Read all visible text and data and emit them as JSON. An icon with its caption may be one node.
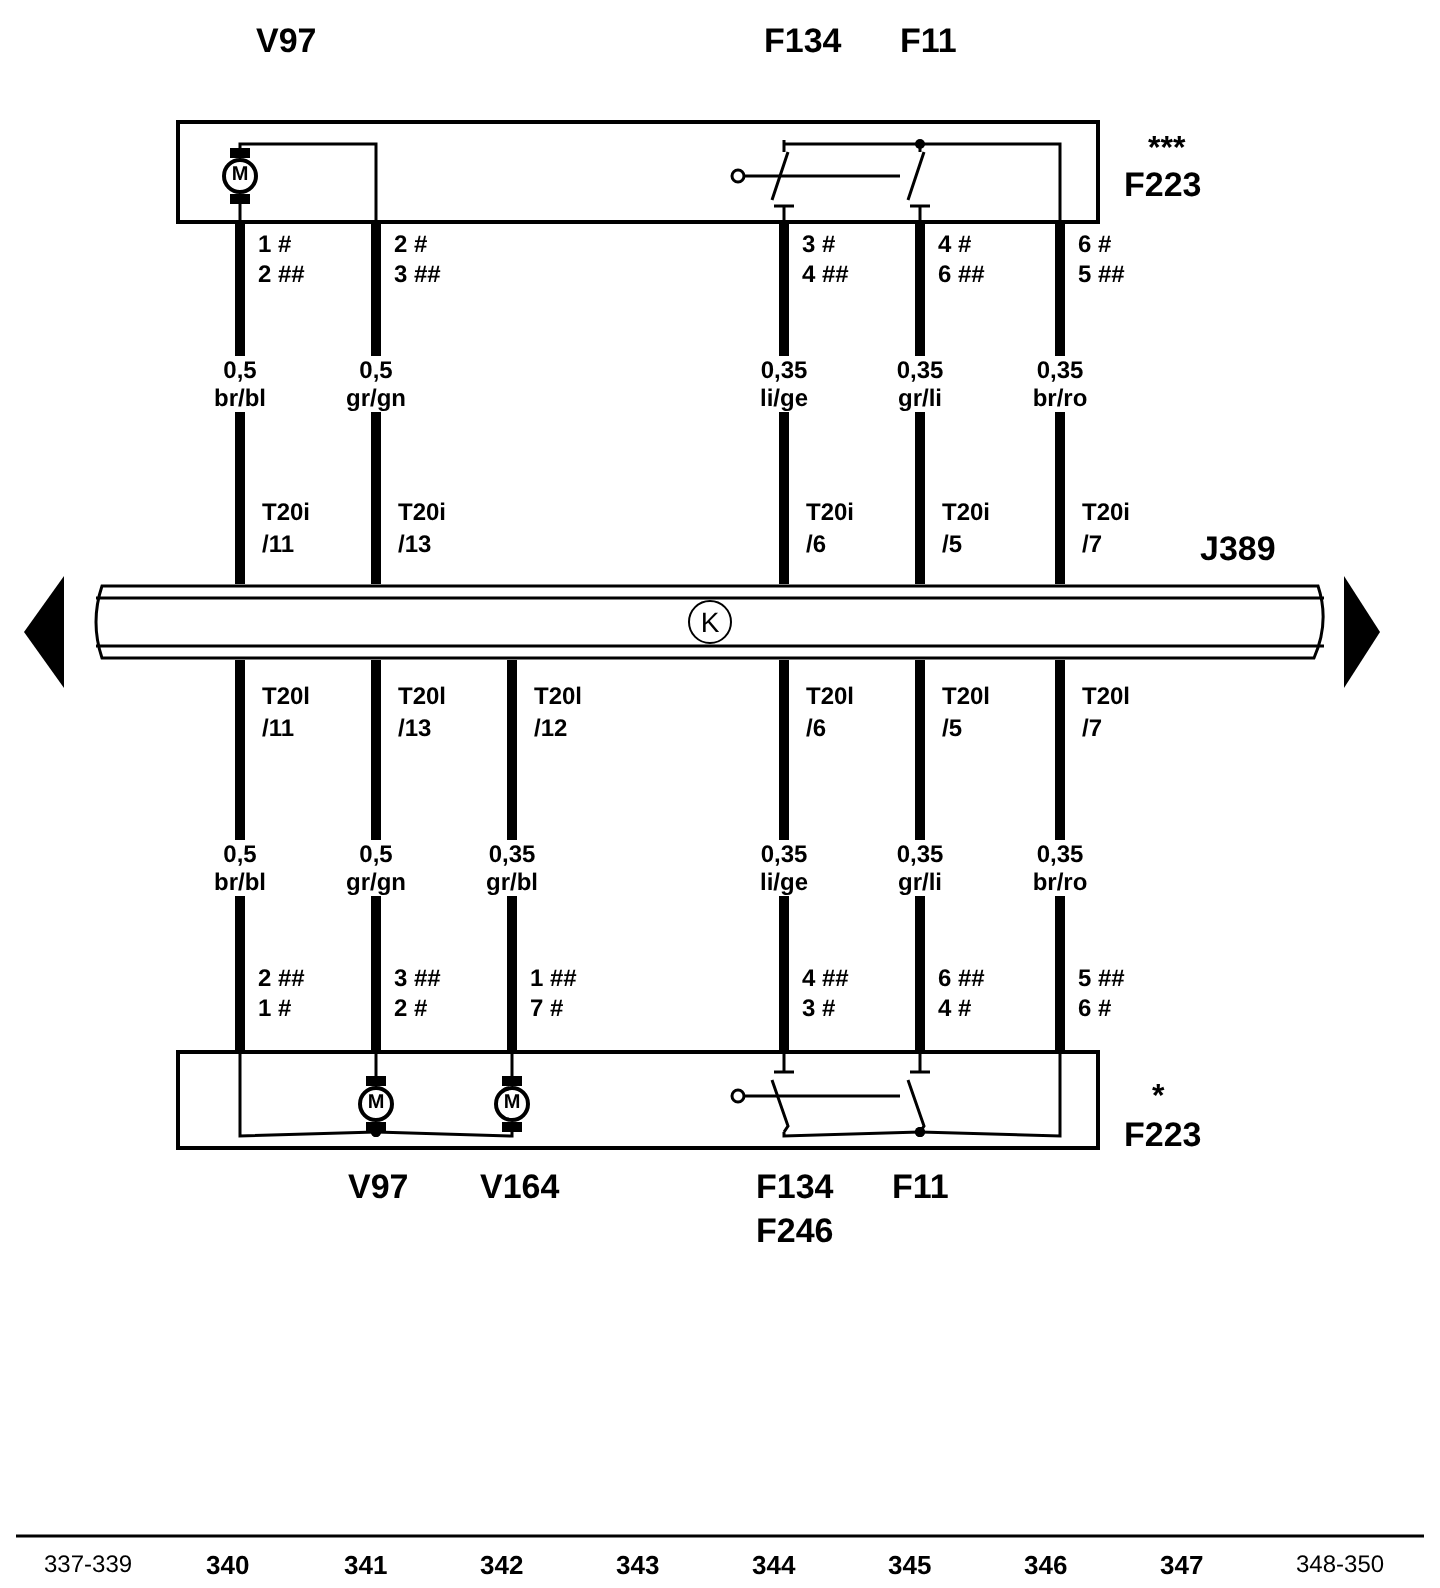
{
  "diagram": {
    "nodes": [
      {
        "text": [
          "F223"
        ],
        "beside": [
          "***"
        ]
      },
      {
        "text": [
          "M"
        ],
        "in": 0
      },
      {
        "text": [],
        "shape": "switch",
        "in": 0
      },
      {
        "text": [],
        "shape": "switch",
        "in": 0
      },
      {
        "text": [
          "J389"
        ]
      },
      {
        "text": [
          "F223"
        ],
        "beside": [
          "*"
        ]
      },
      {
        "text": [
          "M"
        ],
        "in": 5
      },
      {
        "text": [
          "M"
        ],
        "in": 5
      },
      {
        "text": [],
        "shape": "switch",
        "in": 5
      },
      {
        "text": [],
        "shape": "switch",
        "in": 5
      }
    ],
    "edges": [
      {
        "from": 0,
        "to": 4,
        "arrow": "none",
        "style": "thick",
        "label": "0,5 br/bl"
      },
      {
        "from": 0,
        "to": 4,
        "arrow": "none",
        "style": "thick",
        "label": "0,5 gr/gn"
      },
      {
        "from": 0,
        "to": 4,
        "arrow": "none",
        "style": "thick",
        "label": "0,35 li/ge"
      },
      {
        "from": 0,
        "to": 4,
        "arrow": "none",
        "style": "thick",
        "label": "0,35 gr/li"
      },
      {
        "from": 0,
        "to": 4,
        "arrow": "none",
        "style": "thick",
        "label": "0,35 br/ro"
      },
      {
        "from": 4,
        "to": 5,
        "arrow": "none",
        "style": "thick",
        "label": "0,5 br/bl"
      },
      {
        "from": 4,
        "to": 5,
        "arrow": "none",
        "style": "thick",
        "label": "0,5 gr/gn"
      },
      {
        "from": 4,
        "to": 5,
        "arrow": "none",
        "style": "thick",
        "label": "0,35 gr/bl"
      },
      {
        "from": 4,
        "to": 5,
        "arrow": "none",
        "style": "thick",
        "label": "0,35 li/ge"
      },
      {
        "from": 4,
        "to": 5,
        "arrow": "none",
        "style": "thick",
        "label": "0,35 gr/li"
      },
      {
        "from": 4,
        "to": 5,
        "arrow": "none",
        "style": "thick",
        "label": "0,35 br/ro"
      },
      {
        "from": 1,
        "to": 0,
        "arrow": "none"
      },
      {
        "from": 1,
        "to": 0,
        "arrow": "none"
      },
      {
        "from": 2,
        "to": 0,
        "arrow": "none"
      },
      {
        "from": 3,
        "to": 0,
        "arrow": "none"
      },
      {
        "from": 2,
        "to": 3,
        "arrow": "none"
      },
      {
        "from": 3,
        "to": 0,
        "arrow": "none"
      },
      {
        "from": 2,
        "to": 3,
        "arrow": "none"
      },
      {
        "from": 6,
        "to": 5,
        "arrow": "none"
      },
      {
        "from": 7,
        "to": 5,
        "arrow": "none"
      },
      {
        "from": 6,
        "to": 5,
        "arrow": "other"
      },
      {
        "from": 6,
        "to": 7,
        "arrow": "other"
      },
      {
        "from": 8,
        "to": 5,
        "arrow": "none"
      },
      {
        "from": 9,
        "to": 5,
        "arrow": "none"
      },
      {
        "from": 9,
        "to": 8,
        "arrow": "other"
      },
      {
        "from": 9,
        "to": 5,
        "arrow": "other"
      },
      {
        "from": 8,
        "to": 9,
        "arrow": "none"
      }
    ],
    "labels": [
      "V97",
      "F134",
      "F11",
      "1 #",
      "2 ##",
      "2 #",
      "3 ##",
      "3 #",
      "4 ##",
      "4 #",
      "6 ##",
      "6 #",
      "5 ##",
      "T20i",
      "/11",
      "T20i",
      "/13",
      "T20i",
      "/6",
      "T20i",
      "/5",
      "T20i",
      "/7",
      "K",
      "T20l",
      "/11",
      "T20l",
      "/13",
      "T20l",
      "/12",
      "T20l",
      "/6",
      "T20l",
      "/5",
      "T20l",
      "/7",
      "2 ##",
      "1 #",
      "3 ##",
      "2 #",
      "1 ##",
      "7 #",
      "4 ##",
      "3 #",
      "6 ##",
      "4 #",
      "5 ##",
      "6 #",
      "V97",
      "V164",
      "F134",
      "F11",
      "F246",
      "337-339",
      "340",
      "341",
      "342",
      "343",
      "344",
      "345",
      "346",
      "347",
      "348-350"
    ]
  }
}
